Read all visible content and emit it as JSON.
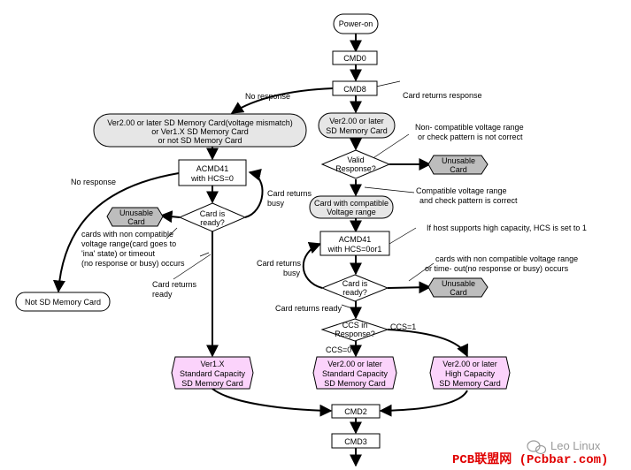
{
  "nodes": {
    "power_on": "Power-on",
    "cmd0": "CMD0",
    "cmd8": "CMD8",
    "mismatch": [
      "Ver2.00 or later SD Memory Card(voltage mismatch)",
      "or Ver1.X SD Memory Card",
      "or not SD Memory Card"
    ],
    "ver2_later": [
      "Ver2.00 or later",
      "SD Memory Card"
    ],
    "valid_response": [
      "Valid",
      "Response?"
    ],
    "unusable_right_1": [
      "Unusable",
      "Card"
    ],
    "card_compatible": [
      "Card with compatible",
      "Voltage range"
    ],
    "acmd41_left": [
      "ACMD41",
      "with HCS=0"
    ],
    "unusable_left": [
      "Unusable",
      "Card"
    ],
    "card_ready_left": [
      "Card is",
      "ready?"
    ],
    "acmd41_right": [
      "ACMD41",
      "with HCS=0or1"
    ],
    "card_ready_right": [
      "Card is",
      "ready?"
    ],
    "unusable_right_2": [
      "Unusable",
      "Card"
    ],
    "ccs_response": [
      "CCS in",
      "Response?"
    ],
    "not_sd": "Not SD Memory Card",
    "ver1x_std": [
      "Ver1.X",
      "Standard Capacity",
      "SD Memory Card"
    ],
    "ver2_std": [
      "Ver2.00 or later",
      "Standard Capacity",
      "SD Memory Card"
    ],
    "ver2_high": [
      "Ver2.00 or later",
      "High Capacity",
      "SD Memory Card"
    ],
    "cmd2": "CMD2",
    "cmd3": "CMD3"
  },
  "labels": {
    "no_response_1": "No response",
    "card_returns_response": "Card returns response",
    "non_compatible_1": "Non-   compatible voltage range",
    "non_compatible_2": "or check pattern is not correct",
    "no_response_2": "No response",
    "compatible_1": "Compatible voltage range",
    "compatible_2": "and check pattern is correct",
    "card_returns_busy_1": [
      "Card returns",
      "busy"
    ],
    "cards_non_compat_left": [
      "cards with non compatible",
      "voltage range(card goes to",
      "'ina' state) or timeout",
      "(no response or busy) occurs"
    ],
    "card_returns_ready_1": [
      "Card returns",
      "ready"
    ],
    "hcs_note": "If host supports high capacity, HCS is set to 1",
    "card_returns_busy_2": [
      "Card returns",
      "busy"
    ],
    "cards_non_compat_right": [
      "cards with non compatible voltage range",
      "or time-   out(no response or busy) occurs"
    ],
    "card_returns_ready_2": "Card returns ready",
    "ccs_1": "CCS=1",
    "ccs_0": "CCS=0"
  },
  "watermark": {
    "brand": "Leo Linux",
    "site": "PCB联盟网 (Pcbbar.com)"
  }
}
